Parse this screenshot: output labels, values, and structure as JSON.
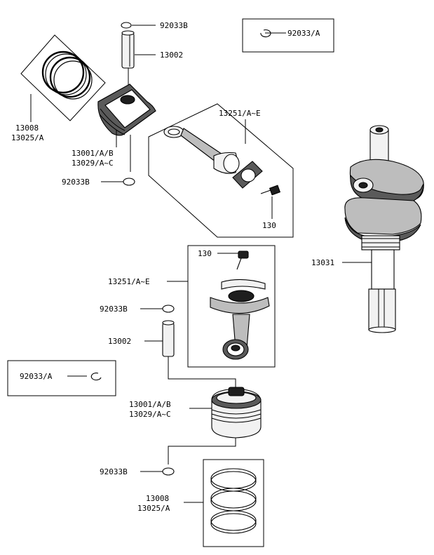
{
  "labels": {
    "clip_top": "92033B",
    "clip_box_top": "92033/A",
    "pin_top": "13002",
    "rod_top": "13251/A~E",
    "rings_top_1": "13008",
    "rings_top_2": "13025/A",
    "piston_top_1": "13001/A/B",
    "piston_top_2": "13029/A~C",
    "clip_mid": "92033B",
    "bolt_top": "130",
    "bolt_mid": "130",
    "crankshaft": "13031",
    "rod_mid": "13251/A~E",
    "clip_lower": "92033B",
    "pin_lower": "13002",
    "clip_box_lower": "92033/A",
    "piston_lower_1": "13001/A/B",
    "piston_lower_2": "13029/A~C",
    "clip_bottom": "92033B",
    "rings_bottom_1": "13008",
    "rings_bottom_2": "13025/A"
  },
  "colors": {
    "ink": "#000000",
    "paper": "#ffffff",
    "shade": "#5a5a5a",
    "light": "#f2f2f2"
  }
}
